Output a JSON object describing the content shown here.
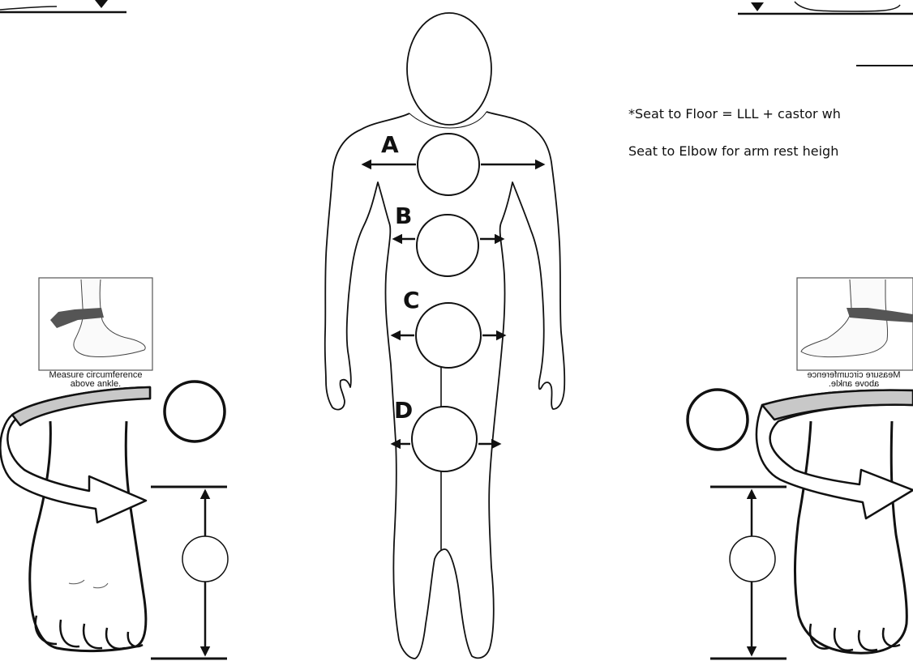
{
  "notes": {
    "seat_to_floor": "*Seat to Floor = LLL + castor wh",
    "seat_to_elbow": "Seat to Elbow for arm rest heigh"
  },
  "labels": {
    "a": "A",
    "b": "B",
    "c": "C",
    "d": "D"
  },
  "ankle_photo": {
    "caption_line1": "Measure circumference",
    "caption_line2": "above ankle."
  },
  "colors": {
    "outline": "#111111",
    "band_fill": "#c8c8c8",
    "strap": "#555555"
  }
}
